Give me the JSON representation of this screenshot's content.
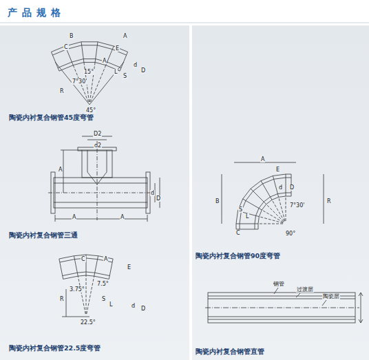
{
  "diagram": {
    "title": "产 品 规 格",
    "labels": [
      "陶瓷内衬复合钢管45度弯管",
      "陶瓷内衬复合钢管三通",
      "陶瓷内衬复合钢管22.5度弯管",
      "陶瓷内衬复合钢管90度弯管",
      "陶瓷内衬复合钢管直管",
      "B",
      "C",
      "A",
      "E",
      "A",
      "L",
      "S",
      "D",
      "d",
      "R",
      "15°",
      "7°30'",
      "45°",
      "D2",
      "d2",
      "A",
      "d",
      "D",
      "A",
      "A",
      "A",
      "E",
      "d",
      "D",
      "7°30'",
      "B",
      "S",
      "L",
      "R",
      "90°",
      "C",
      "C",
      "A",
      "E",
      "R",
      "3.75°",
      "7.5°",
      "S",
      "L",
      "d",
      "D",
      "22.5°",
      "钢管",
      "过渡层",
      "陶瓷层"
    ]
  }
}
